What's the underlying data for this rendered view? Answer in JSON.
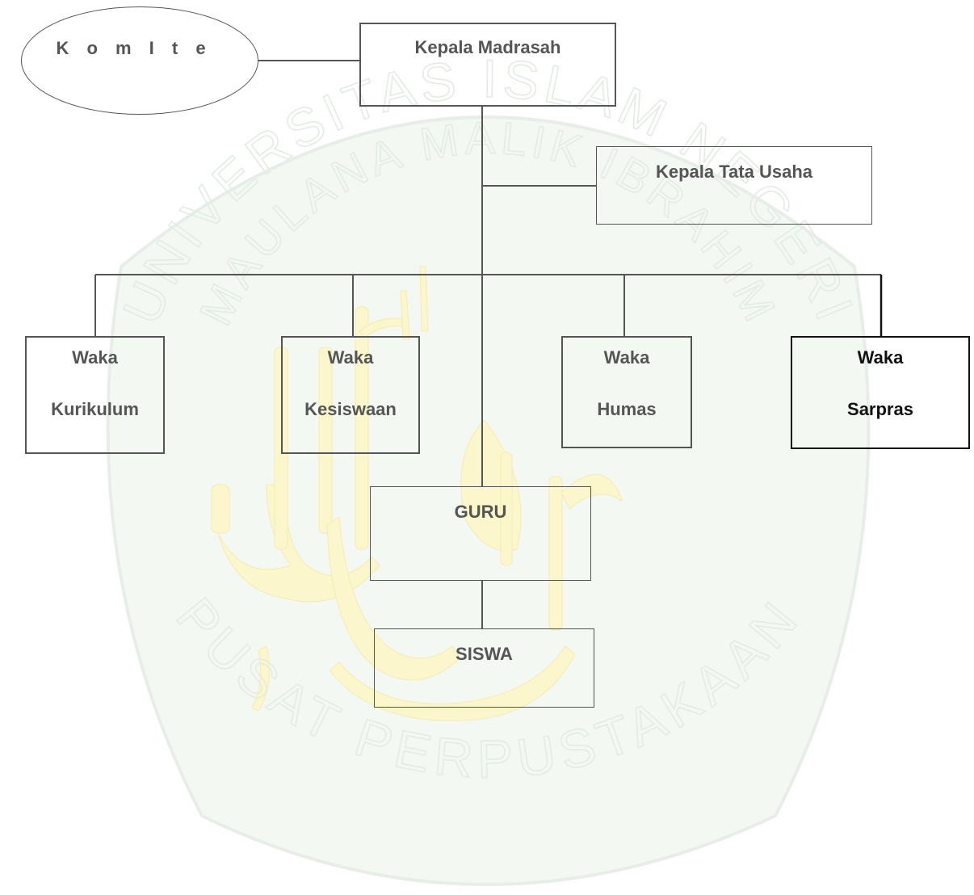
{
  "diagram": {
    "komite": "K o m I t e",
    "kepala_madrasah": "Kepala Madrasah",
    "kepala_tata_usaha": "Kepala Tata Usaha",
    "waka_kurikulum": [
      "Waka",
      "Kurikulum"
    ],
    "waka_kesiswaan": [
      "Waka",
      "Kesiswaan"
    ],
    "waka_humas": [
      "Waka",
      "Humas"
    ],
    "waka_sarpras": [
      "Waka",
      "Sarpras"
    ],
    "guru": "GURU",
    "siswa": "SISWA"
  },
  "watermark": {
    "top_text": "UNIVERSITAS ISLAM NEGERI",
    "middle_text": "MAULANA MALIK IBRAHIM",
    "bottom_text": "PUSAT PERPUSTAKAAN"
  },
  "colors": {
    "box_border": "#555555",
    "text": "#555555",
    "watermark_green": "#e6efe6",
    "watermark_gold": "#fbf6c8"
  }
}
